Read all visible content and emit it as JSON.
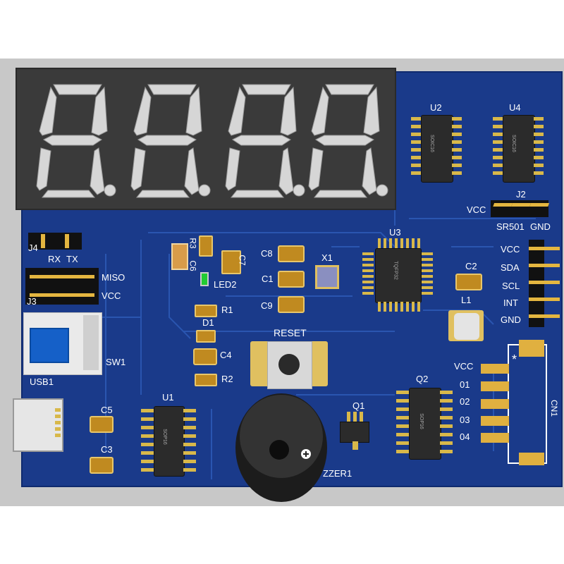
{
  "labels": {
    "u2": "U2",
    "u4": "U4",
    "u3": "U3",
    "u1": "U1",
    "q1": "Q1",
    "q2": "Q2",
    "j2": "J2",
    "j2_vcc": "VCC",
    "sr501": "SR501",
    "j2_gnd": "GND",
    "j4": "J4",
    "rx": "RX",
    "tx": "TX",
    "miso": "MISO",
    "vcc_left": "VCC",
    "j3": "J3",
    "sw1": "SW1",
    "usb1": "USB1",
    "r3": "R3",
    "c6": "C6",
    "c7": "C7",
    "led2": "LED2",
    "r1": "R1",
    "d1": "D1",
    "c4": "C4",
    "r2": "R2",
    "c8": "C8",
    "c1": "C1",
    "c9": "C9",
    "x1": "X1",
    "c2": "C2",
    "l1": "L1",
    "c5": "C5",
    "c3": "C3",
    "reset": "RESET",
    "buzzer": "ZZER1",
    "cn1": "CN1",
    "cn_vcc": "VCC",
    "cn_01": "01",
    "cn_02": "02",
    "cn_03": "03",
    "cn_04": "04",
    "cn_star": "*",
    "r_vcc": "VCC",
    "r_sda": "SDA",
    "r_scl": "SCL",
    "r_int": "INT",
    "r_gnd": "GND",
    "soic_u2": "SOIC16",
    "soic_u4": "SOIC16",
    "soic_u1": "SOP16",
    "soic_q2": "SOP16",
    "tqfp": "TQFP32"
  },
  "colors": {
    "pcb": "#1a3a8a",
    "segment": "#d8d8d8",
    "display": "#3a3a3a",
    "led": "#22cc33",
    "switch": "#1560c8"
  }
}
